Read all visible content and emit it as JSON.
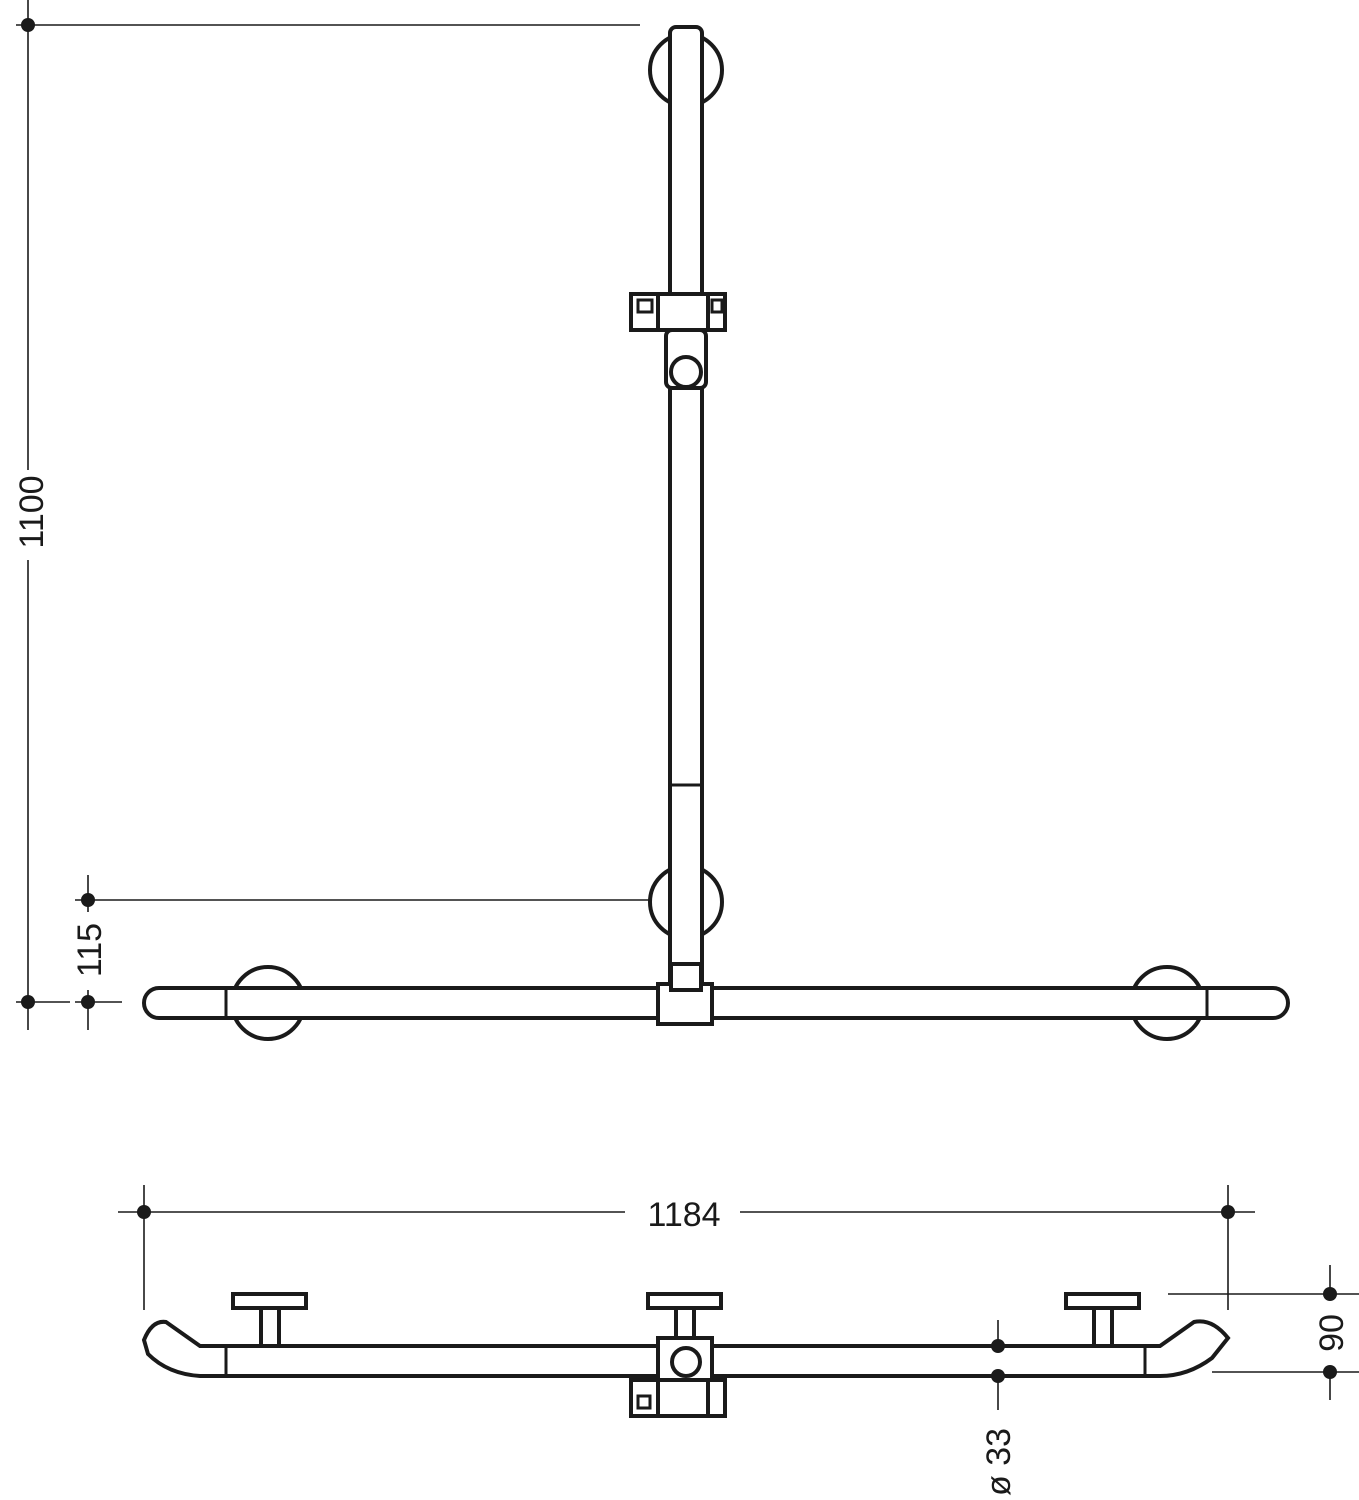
{
  "colors": {
    "line": "#1a1a1a",
    "background": "#ffffff"
  },
  "dimensions": {
    "height_total": "1100",
    "rail_offset": "115",
    "width_total": "1184",
    "depth": "90",
    "tube_diameter": "ø 33"
  }
}
